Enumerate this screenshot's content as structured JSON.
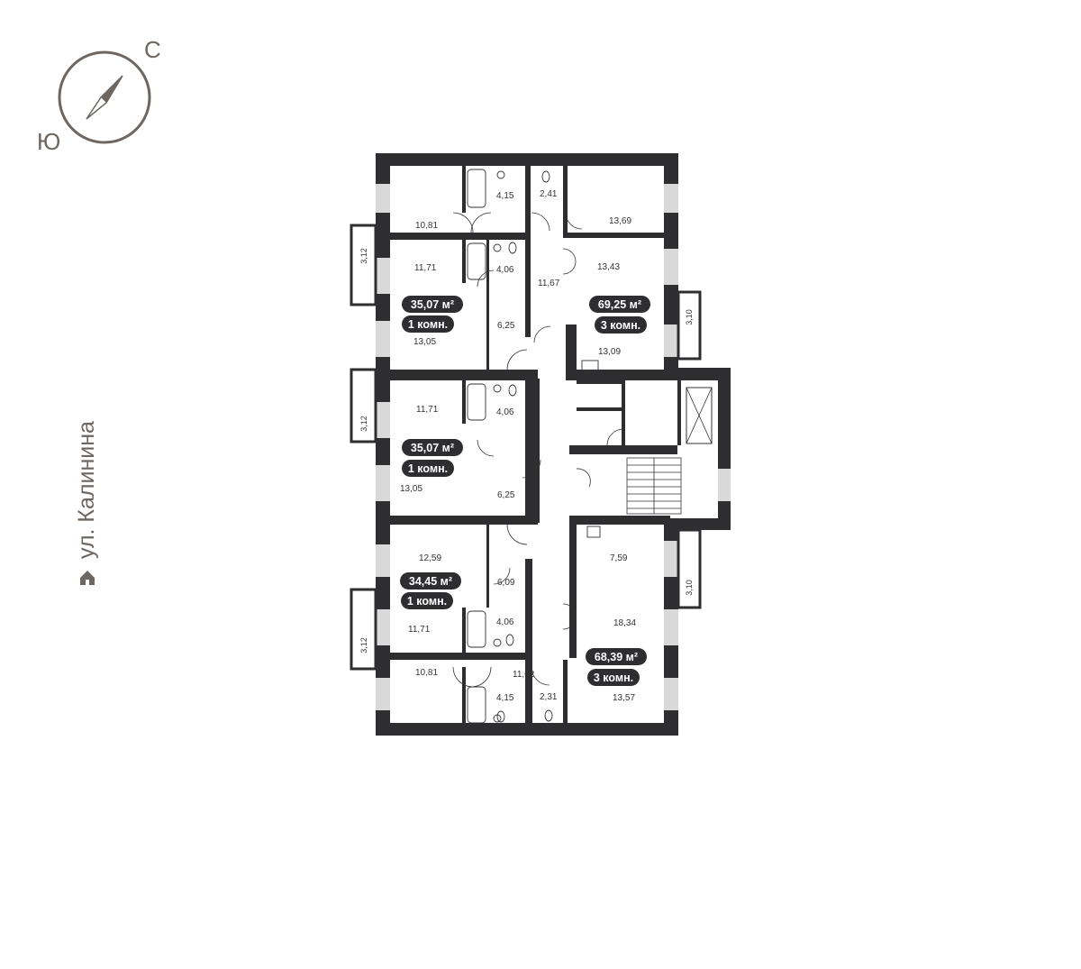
{
  "compass": {
    "north_label": "С",
    "south_label": "Ю"
  },
  "street": {
    "name": "ул. Калинина",
    "icon": "home-icon"
  },
  "colors": {
    "wall": "#2e2e30",
    "window": "#d9d9d9",
    "pill": "#2e2e30",
    "muted": "#6e6660"
  },
  "apartments": [
    {
      "area": "35,07 м²",
      "rooms": "1 комн."
    },
    {
      "area": "69,25 м²",
      "rooms": "3 комн."
    },
    {
      "area": "35,07 м²",
      "rooms": "1 комн."
    },
    {
      "area": "34,45 м²",
      "rooms": "1 комн."
    },
    {
      "area": "68,39 м²",
      "rooms": "3 комн."
    }
  ],
  "rooms": [
    "10,81",
    "4,15",
    "2,41",
    "13,69",
    "11,71",
    "4,06",
    "11,67",
    "13,43",
    "6,25",
    "13,05",
    "13,09",
    "11,71",
    "4,06",
    "13,05",
    "6,25",
    "12,59",
    "6,09",
    "7,59",
    "18,34",
    "11,71",
    "4,06",
    "10,81",
    "11,62",
    "4,15",
    "2,31",
    "13,57"
  ],
  "balconies": [
    "3,12",
    "3,10",
    "3,12",
    "3,12",
    "3,10"
  ]
}
